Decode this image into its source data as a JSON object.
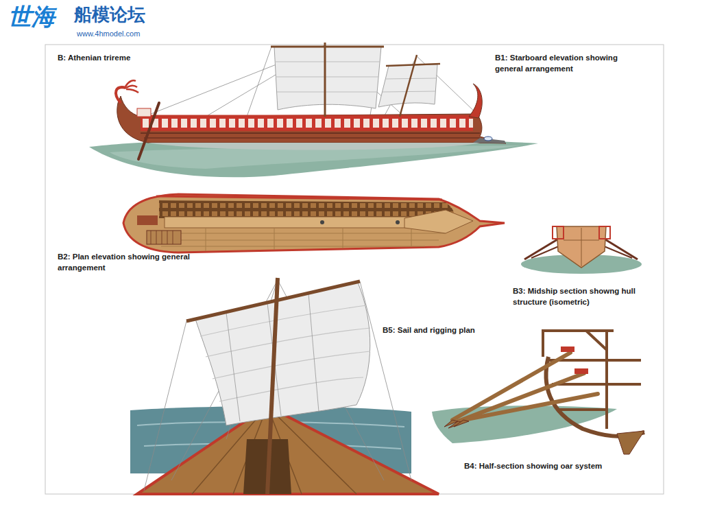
{
  "diagram": {
    "title": "B: Athenian trireme",
    "labels": [
      "世海",
      "船模论坛",
      "www.4hmodel.com",
      "B1: Starboard elevation showing general arrangement",
      "B2: Plan elevation showing general arrangement",
      "B3: Midship section showng hull structure (isometric)",
      "B5: Sail and rigging plan",
      "B4: Half-section showing oar system"
    ]
  }
}
